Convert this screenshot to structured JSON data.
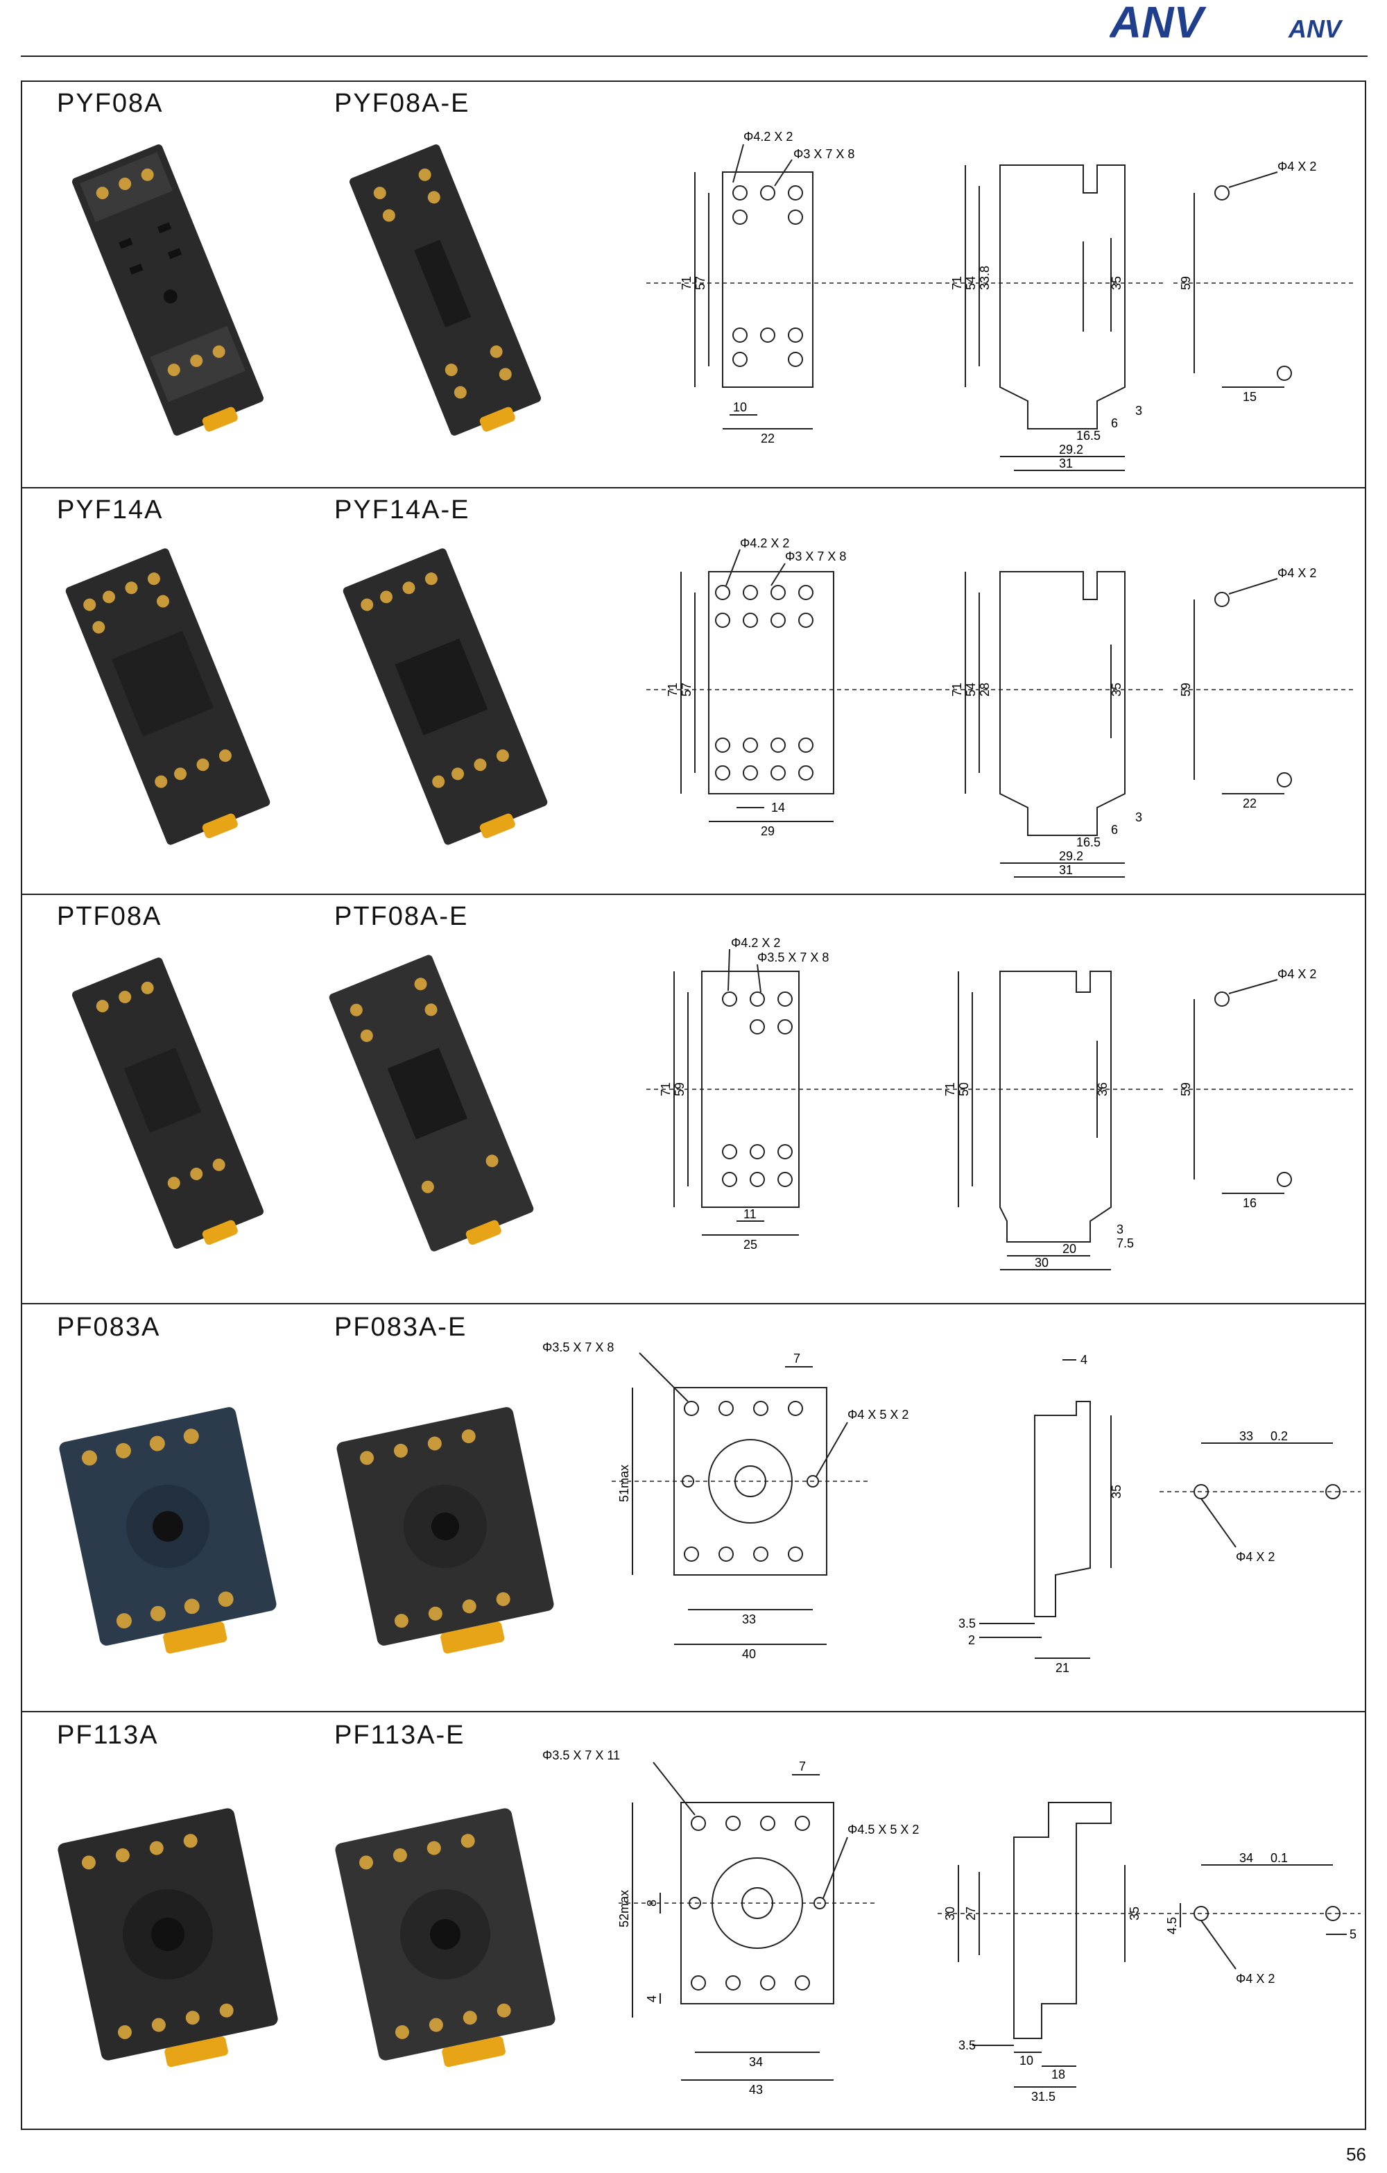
{
  "brand": {
    "logo_text": "ANV",
    "logo_subtext": "ANV"
  },
  "page_number": "56",
  "products": [
    {
      "model_a": "PYF08A",
      "model_b": "PYF08A-E",
      "front": {
        "hole": "Φ4.2 X 2",
        "screw": "Φ3 X 7 X 8",
        "dims": [
          "71",
          "57",
          "10",
          "22"
        ]
      },
      "side": {
        "dims": [
          "71",
          "54",
          "33.8",
          "35",
          "3",
          "6",
          "16.5",
          "29.2",
          "31"
        ]
      },
      "mount": {
        "hole": "Φ4 X 2",
        "dims": [
          "59",
          "15"
        ]
      }
    },
    {
      "model_a": "PYF14A",
      "model_b": "PYF14A-E",
      "front": {
        "hole": "Φ4.2 X 2",
        "screw": "Φ3 X 7 X 8",
        "dims": [
          "71",
          "57",
          "14",
          "29"
        ]
      },
      "side": {
        "dims": [
          "71",
          "54",
          "28",
          "35",
          "3",
          "6",
          "16.5",
          "29.2",
          "31"
        ]
      },
      "mount": {
        "hole": "Φ4 X 2",
        "dims": [
          "59",
          "22"
        ]
      }
    },
    {
      "model_a": "PTF08A",
      "model_b": "PTF08A-E",
      "front": {
        "hole": "Φ4.2 X 2",
        "screw": "Φ3.5 X 7 X 8",
        "dims": [
          "71",
          "59",
          "11",
          "25"
        ]
      },
      "side": {
        "dims": [
          "71",
          "50",
          "36",
          "3",
          "7.5",
          "20",
          "30"
        ]
      },
      "mount": {
        "hole": "Φ4 X 2",
        "dims": [
          "59",
          "16"
        ]
      }
    },
    {
      "model_a": "PF083A",
      "model_b": "PF083A-E",
      "front": {
        "hole": "Φ4 X 5 X 2",
        "screw": "Φ3.5 X 7 X 8",
        "dims": [
          "7",
          "51max",
          "33",
          "40"
        ]
      },
      "side": {
        "dims": [
          "4",
          "35",
          "3.5",
          "2",
          "21"
        ]
      },
      "mount": {
        "hole": "Φ4 X 2",
        "dims": [
          "33",
          "0.2"
        ]
      }
    },
    {
      "model_a": "PF113A",
      "model_b": "PF113A-E",
      "front": {
        "hole": "Φ4.5 X 5 X 2",
        "screw": "Φ3.5 X 7 X 11",
        "dims": [
          "7",
          "52max",
          "8",
          "4",
          "34",
          "43"
        ]
      },
      "side": {
        "dims": [
          "30",
          "27",
          "35",
          "3.5",
          "10",
          "18",
          "31.5"
        ]
      },
      "mount": {
        "hole": "Φ4 X 2",
        "dims": [
          "34",
          "0.1",
          "4.5",
          "5"
        ]
      }
    }
  ],
  "colors": {
    "socket_dark": "#2a2a2a",
    "socket_blue": "#2c3b4c",
    "brass": "#c89a3a",
    "yellow_clip": "#e8a417",
    "line": "#222222",
    "logo_blue": "#1f3f8c"
  }
}
